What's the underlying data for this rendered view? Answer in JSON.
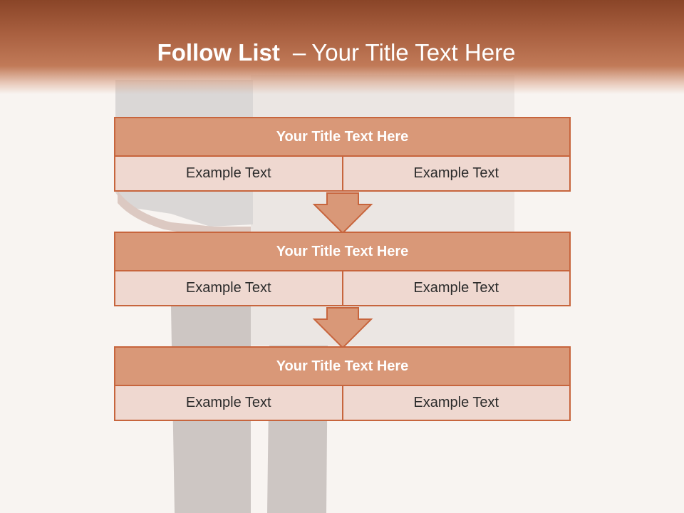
{
  "slide": {
    "title_bold": "Follow List",
    "title_dash": "–",
    "title_rest": "Your Title Text Here"
  },
  "blocks": [
    {
      "title": "Your Title Text Here",
      "left": "Example Text",
      "right": "Example Text"
    },
    {
      "title": "Your Title Text Here",
      "left": "Example Text",
      "right": "Example Text"
    },
    {
      "title": "Your Title Text Here",
      "left": "Example Text",
      "right": "Example Text"
    }
  ],
  "colors": {
    "header": "#a85f3f",
    "block_header": "#d99878",
    "block_border": "#c7653d",
    "block_cell": "#efd8d0"
  }
}
